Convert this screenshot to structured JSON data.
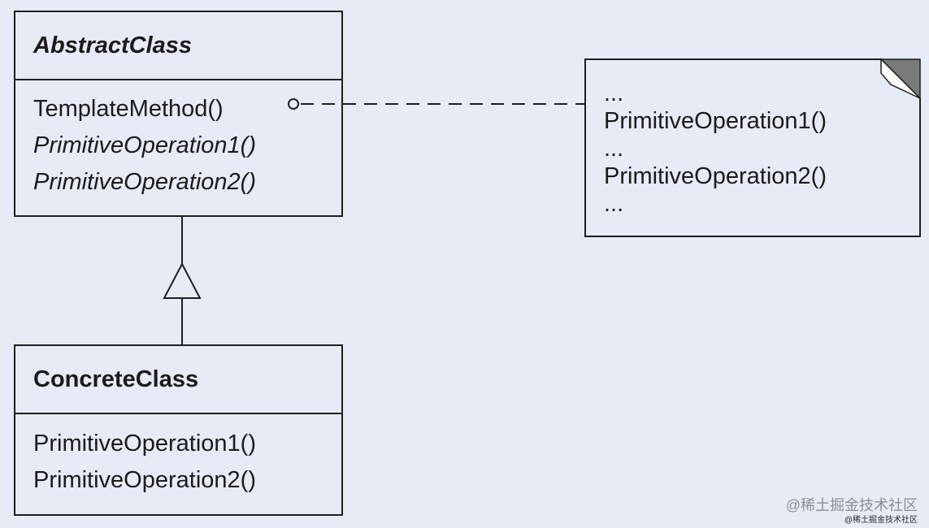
{
  "abstract_class": {
    "name": "AbstractClass",
    "operations": [
      {
        "label": "TemplateMethod()",
        "italic": false
      },
      {
        "label": "PrimitiveOperation1()",
        "italic": true
      },
      {
        "label": "PrimitiveOperation2()",
        "italic": true
      }
    ]
  },
  "concrete_class": {
    "name": "ConcreteClass",
    "operations": [
      {
        "label": "PrimitiveOperation1()",
        "italic": false
      },
      {
        "label": "PrimitiveOperation2()",
        "italic": false
      }
    ]
  },
  "note": {
    "lines": [
      "...",
      "PrimitiveOperation1()",
      "...",
      "PrimitiveOperation2()",
      "..."
    ]
  },
  "relationships": {
    "generalization": "ConcreteClass -> AbstractClass",
    "note_link": "TemplateMethod() -> note"
  },
  "watermark": {
    "text": "@稀土掘金技术社区",
    "small_text": "@稀土掘金技术社区"
  },
  "colors": {
    "background": "#e6ebf5",
    "stroke": "#1f1f1f",
    "note_corner": "#7a7a7a"
  }
}
